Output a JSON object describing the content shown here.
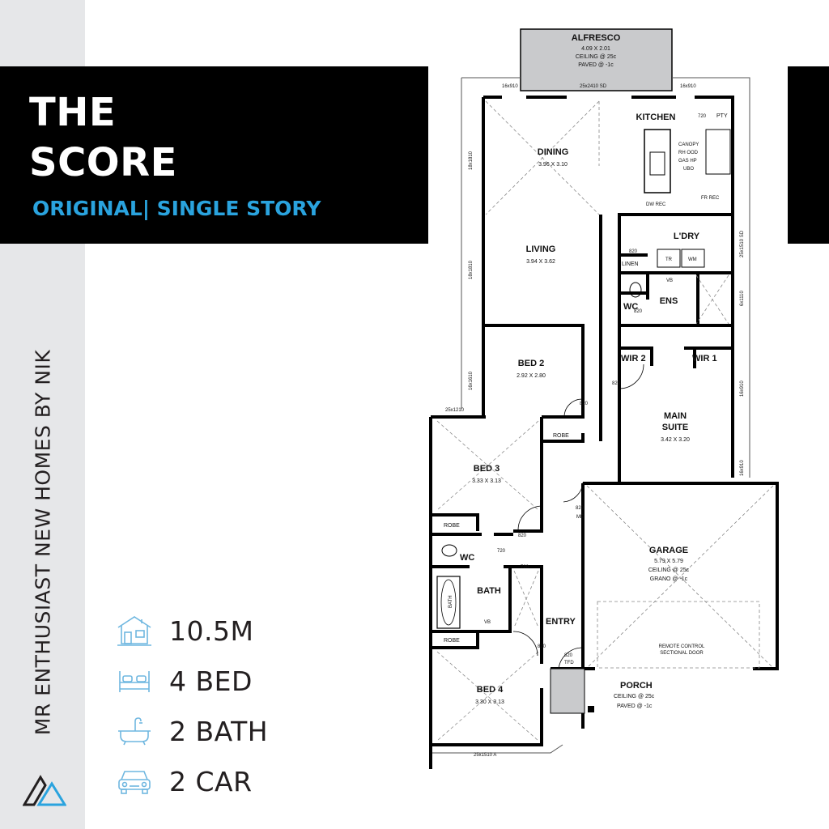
{
  "header": {
    "title_line1": "THE",
    "title_line2": "SCORE",
    "subtitle": "ORIGINAL| SINGLE STORY"
  },
  "sidebar": {
    "vertical_text": "MR ENTHUSIAST NEW HOMES BY NIK"
  },
  "stats": [
    {
      "icon": "house-icon",
      "label": "10.5M"
    },
    {
      "icon": "bed-icon",
      "label": "4 BED"
    },
    {
      "icon": "bathtub-icon",
      "label": "2 BATH"
    },
    {
      "icon": "car-icon",
      "label": "2 CAR"
    }
  ],
  "colors": {
    "accent": "#2aa3de",
    "icon": "#6fb7e0",
    "black": "#000000",
    "sidebar": "#e6e7e9",
    "alfresco": "#c9cacc"
  },
  "plan": {
    "rooms": {
      "alfresco": {
        "name": "ALFRESCO",
        "l1": "4.09 X 2.01",
        "l2": "CEILING @ 25c",
        "l3": "PAVED @ -1c"
      },
      "kitchen": {
        "name": "KITCHEN"
      },
      "pty": {
        "name": "PTY"
      },
      "dining": {
        "name": "DINING",
        "dims": "3.96 X 3.10"
      },
      "living": {
        "name": "LIVING",
        "dims": "3.94 X 3.62"
      },
      "ldry": {
        "name": "L'DRY"
      },
      "linen": {
        "name": "LINEN"
      },
      "ens": {
        "name": "ENS"
      },
      "wc1": {
        "name": "WC"
      },
      "wir2": {
        "name": "WIR 2"
      },
      "wir1": {
        "name": "WIR 1"
      },
      "bed2": {
        "name": "BED 2",
        "dims": "2.92 X 2.80"
      },
      "robe2": {
        "name": "ROBE"
      },
      "main": {
        "name1": "MAIN",
        "name2": "SUITE",
        "dims": "3.42 X 3.20"
      },
      "bed3": {
        "name": "BED 3",
        "dims": "3.33 X 3.13"
      },
      "robe3": {
        "name": "ROBE"
      },
      "wc2": {
        "name": "WC"
      },
      "bath": {
        "name": "BATH"
      },
      "robe4": {
        "name": "ROBE"
      },
      "entry": {
        "name": "ENTRY"
      },
      "garage": {
        "name": "GARAGE",
        "l1": "5.79 X 5.79",
        "l2": "CEILING @ 25c",
        "l3": "GRANO @ -1c"
      },
      "remote": {
        "l1": "REMOTE CONTROL",
        "l2": "SECTIONAL DOOR"
      },
      "bed4": {
        "name": "BED 4",
        "dims": "3.30 X 3.13"
      },
      "porch": {
        "name": "PORCH",
        "l1": "CEILING @ 25c",
        "l2": "PAVED @ -1c"
      }
    },
    "fixtures": {
      "canopy": "CANOPY",
      "rhood": "RH OOD",
      "gashp": "GAS HP",
      "ubo": "UBO",
      "dwrec": "DW REC",
      "frrec": "FR REC",
      "tr": "TR",
      "wm": "WM",
      "vb": "VB",
      "bath_label": "BATH",
      "tfd": "TFD",
      "me": "ME"
    },
    "dims": {
      "d16x910a": "16x910",
      "d25x2410": "25x2410 SD",
      "d16x910b": "16x910",
      "d720a": "720",
      "d18x1810": "18x1810",
      "d18x1810b": "18x1810",
      "d16x1610": "16x1610",
      "d25x1510sd": "25x1510 SD",
      "d820a": "820",
      "d820b": "820",
      "d6x1110": "6x1110",
      "d16x910c": "16x910",
      "d820c": "820",
      "d820d": "820",
      "d16x910d": "16x910",
      "d25x1210": "25x1210",
      "d820e": "820",
      "d820f": "820",
      "d720b": "720",
      "d720c": "720",
      "d820g": "820",
      "d820h": "820",
      "d25x1510a": "25x1510 A"
    }
  }
}
